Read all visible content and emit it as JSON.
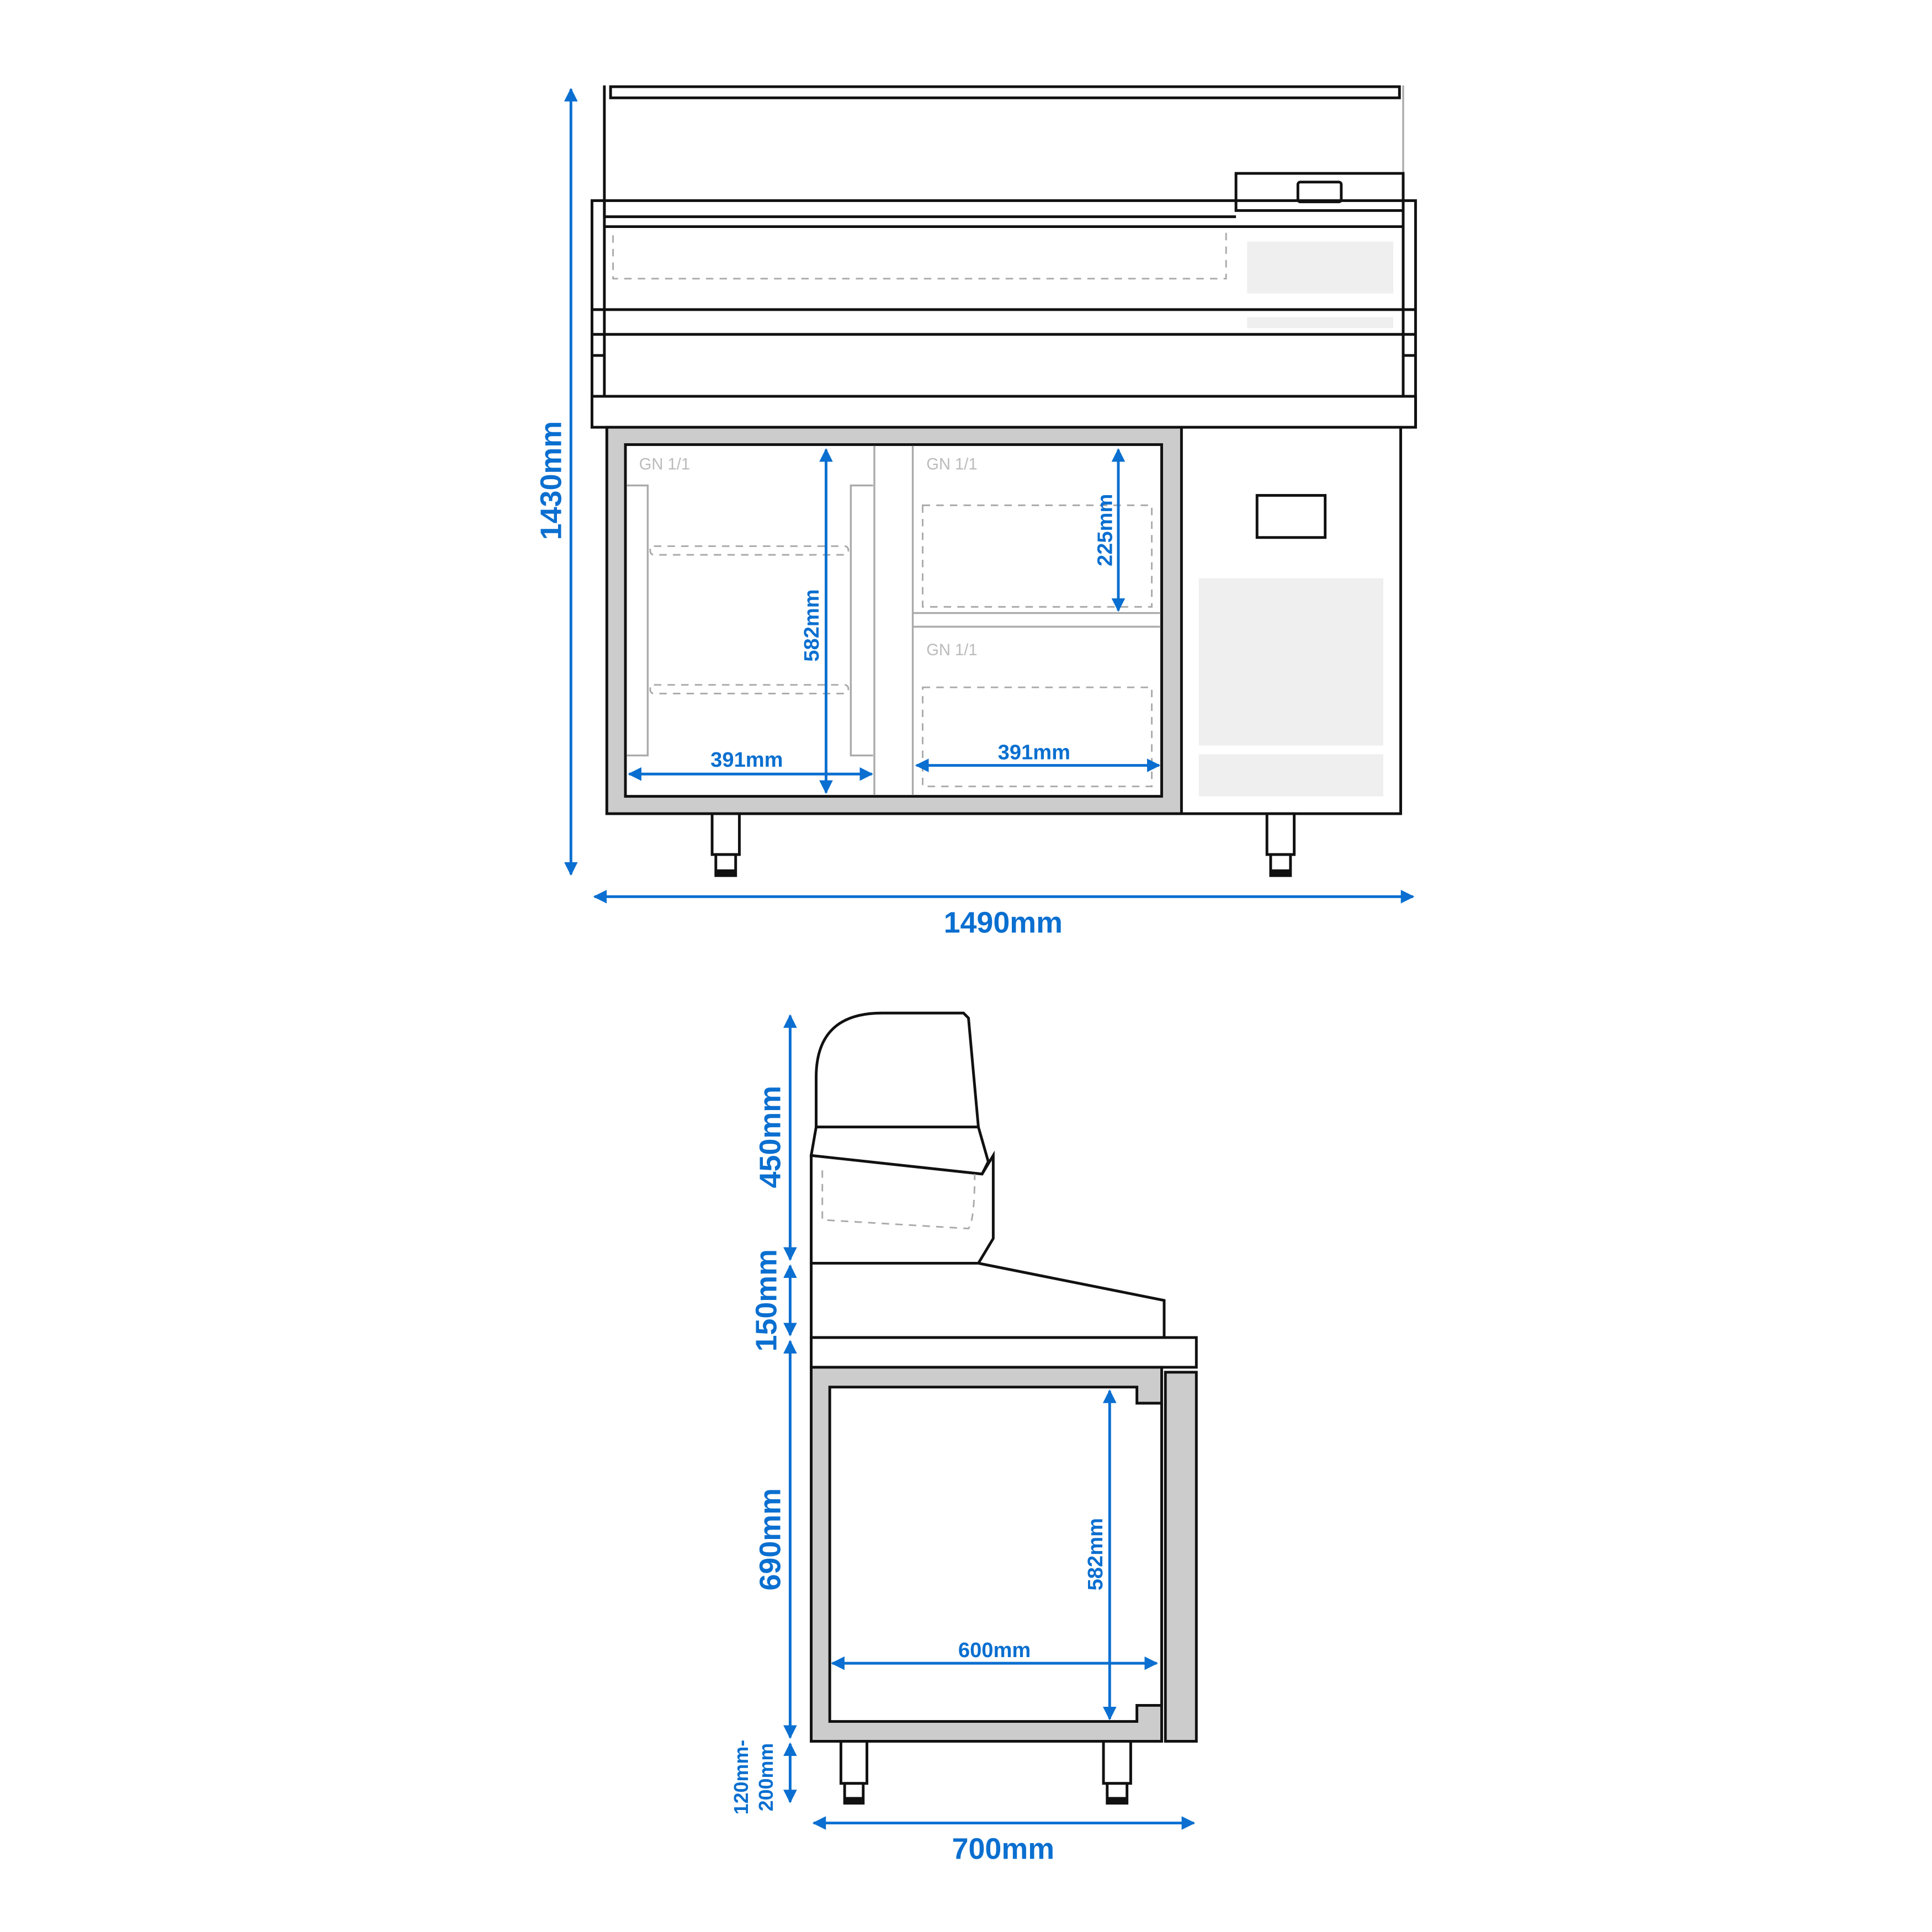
{
  "colors": {
    "dimension": "#0a6fd0",
    "outline": "#111111",
    "door": "#cccccc",
    "panel": "#efefef"
  },
  "front_view": {
    "compartment_labels": [
      "GN 1/1",
      "GN 1/1",
      "GN 1/1"
    ],
    "dimensions": {
      "height": "1430mm",
      "width": "1490mm",
      "left_inner_height": "582mm",
      "left_inner_width": "391mm",
      "right_pan_height": "225mm",
      "right_inner_width": "391mm"
    }
  },
  "side_view": {
    "dimensions": {
      "glass_height": "450mm",
      "top_height": "150mm",
      "body_height": "690mm",
      "legs_line1": "120mm-",
      "legs_line2": "200mm",
      "inner_height": "582mm",
      "inner_depth": "600mm",
      "depth": "700mm"
    }
  }
}
